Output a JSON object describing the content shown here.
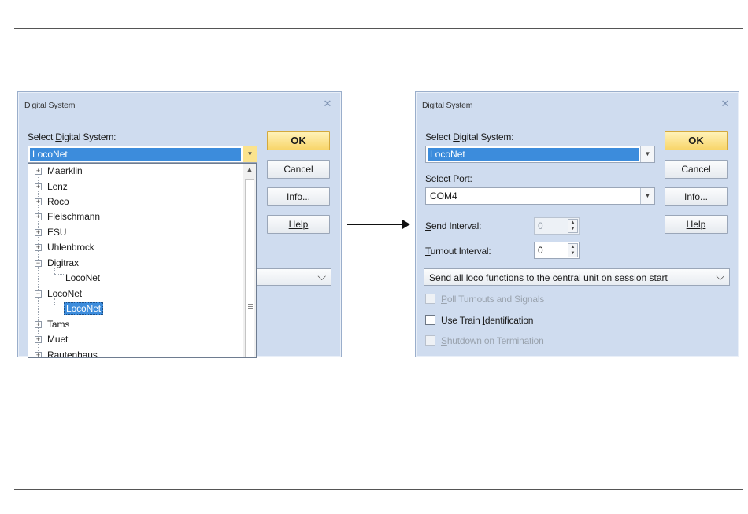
{
  "left_dialog": {
    "title": "Digital System",
    "select_label_pre": "Select ",
    "select_label_ul": "D",
    "select_label_post": "igital System:",
    "selected_value": "LocoNet",
    "buttons": {
      "ok": "OK",
      "cancel": "Cancel",
      "info": "Info...",
      "help": "Help"
    },
    "tree": {
      "items": [
        "Maerklin",
        "Lenz",
        "Roco",
        "Fleischmann",
        "ESU",
        "Uhlenbrock",
        "Digitrax",
        "LocoNet",
        "LocoNet",
        "LocoNet",
        "Tams",
        "Muet",
        "Rautenhaus"
      ]
    }
  },
  "right_dialog": {
    "title": "Digital System",
    "select_system_pre": "Select ",
    "select_system_ul": "D",
    "select_system_post": "igital System:",
    "system_value": "LocoNet",
    "select_port_label": "Select Port:",
    "port_value": "COM4",
    "send_interval_ul": "S",
    "send_interval_post": "end Interval:",
    "send_interval_value": "0",
    "turnout_interval_ul": "T",
    "turnout_interval_post": "urnout Interval:",
    "turnout_interval_value": "0",
    "session_option": "Send all loco functions to the central unit on session start",
    "poll_pre": "",
    "poll_ul": "P",
    "poll_post": "oll Turnouts and Signals",
    "train_id_pre": "Use Train ",
    "train_id_ul": "I",
    "train_id_post": "dentification",
    "shutdown_ul": "S",
    "shutdown_post": "hutdown on Termination",
    "buttons": {
      "ok": "OK",
      "cancel": "Cancel",
      "info": "Info...",
      "help": "Help"
    }
  },
  "icons": {
    "close": "close-icon",
    "dropdown": "chevron-down-icon",
    "expand": "plus-box-icon",
    "collapse": "minus-box-icon",
    "flow": "arrow-right-icon"
  },
  "colors": {
    "dialog_bg": "#cfdcef",
    "selection": "#3c8cdc",
    "ok_button": "#f8d56a"
  }
}
